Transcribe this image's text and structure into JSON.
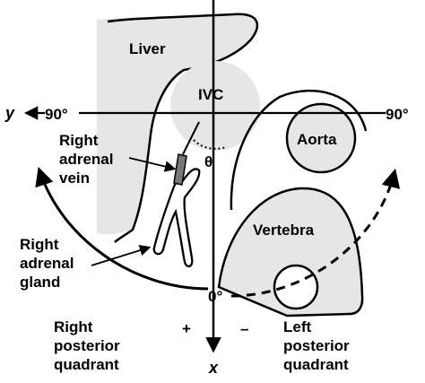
{
  "labels": {
    "liver": "Liver",
    "ivc": "IVC",
    "aorta": "Aorta",
    "vertebra": "Vertebra",
    "theta": "θ",
    "right_adrenal_vein": [
      "Right",
      "adrenal",
      "vein"
    ],
    "right_adrenal_gland": [
      "Right",
      "adrenal",
      "gland"
    ],
    "right_posterior_quadrant": [
      "Right",
      "posterior",
      "quadrant"
    ],
    "left_posterior_quadrant": [
      "Left",
      "posterior",
      "quadrant"
    ]
  },
  "axes": {
    "y_name": "y",
    "x_name": "x",
    "left_angle": "90°",
    "right_angle": "90°",
    "bottom_angle": "0°"
  },
  "signs": {
    "plus": "+",
    "minus": "–"
  },
  "colors": {
    "organ_fill": "#e6e6e6",
    "stroke": "#000000",
    "vein_fill": "#777777"
  }
}
